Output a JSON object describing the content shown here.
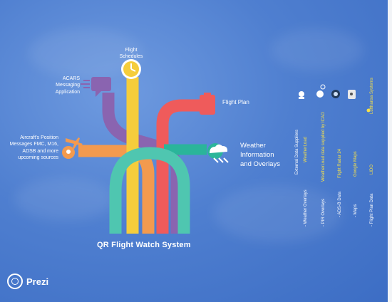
{
  "diagram": {
    "title": "QR Flight Watch System",
    "nodes": {
      "flight_schedules": "Flight Schedules",
      "acars": "ACARS Messaging Application",
      "flight_plan": "Flight Plan",
      "aircraft_position": "Aircraft's Position Messages FMC, M16, ADSB and more upcoming sources",
      "weather": "Weather Information and Overlays"
    },
    "colors": {
      "yellow": "#f5cd3c",
      "purple": "#8a64b0",
      "red": "#ef5b5b",
      "orange": "#f39a4e",
      "teal": "#2ab59a",
      "mint": "#4fc6b0"
    }
  },
  "sidebar": {
    "group_title": "External Data Suppliers",
    "columns": [
      {
        "label": "- Weather Overlays",
        "source": "WeatherLoad"
      },
      {
        "label": "- PIR Overlays",
        "source": "WeatherLoad data supplied by ICAO"
      },
      {
        "label": "- ADS-B Data",
        "source": "Flight Radar 24"
      },
      {
        "label": "- Maps",
        "source": "Google Maps"
      },
      {
        "label": "- Flight Plan Data",
        "source": "LIDO"
      }
    ],
    "top_note": "Lufthansa Systems"
  },
  "branding": {
    "name": "Prezi"
  }
}
